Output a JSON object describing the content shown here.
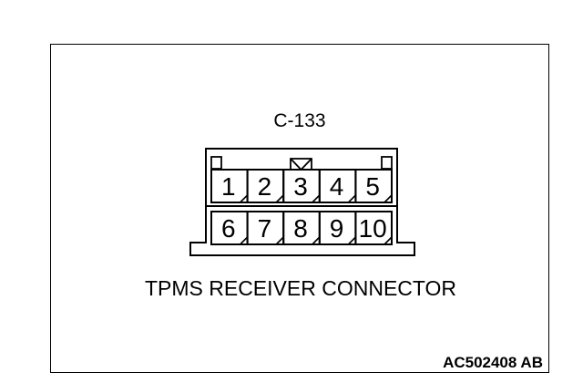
{
  "connector": {
    "id": "C-133",
    "caption": "TPMS RECEIVER CONNECTOR",
    "pins_top": [
      "1",
      "2",
      "3",
      "4",
      "5"
    ],
    "pins_bottom": [
      "6",
      "7",
      "8",
      "9",
      "10"
    ]
  },
  "figure_code": "AC502408 AB"
}
